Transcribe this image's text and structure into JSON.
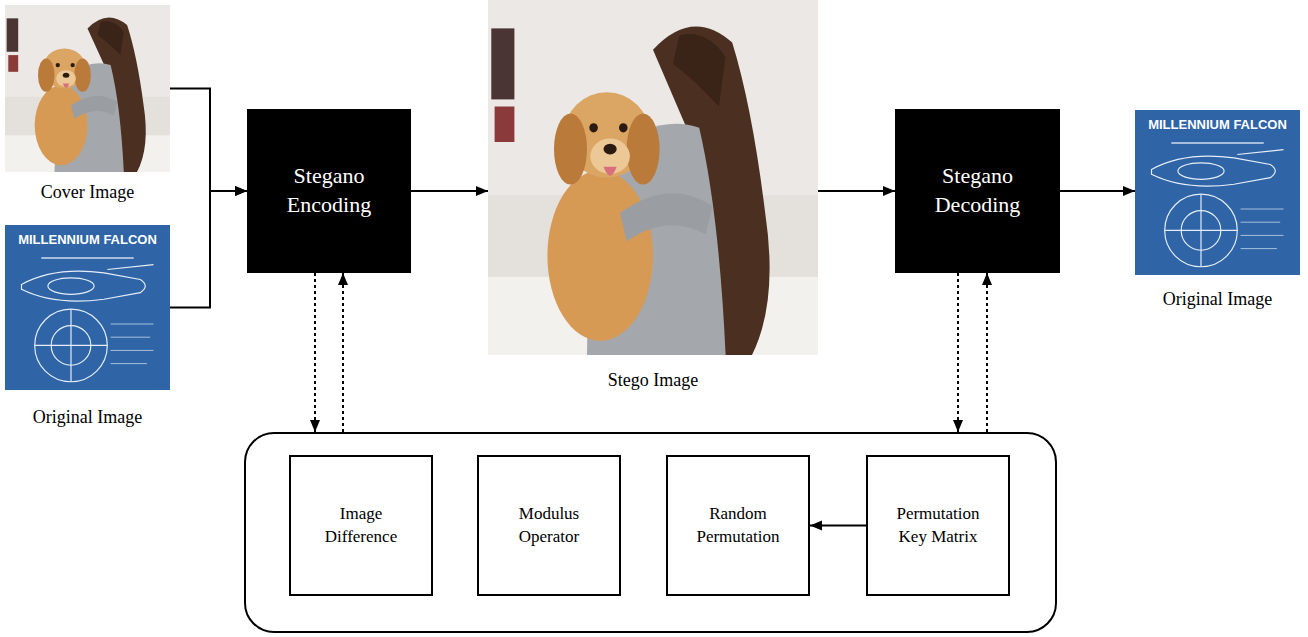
{
  "diagram": {
    "nodes": [
      {
        "text": [
          "Cover Image"
        ]
      },
      {
        "text": [
          "Original Image"
        ]
      },
      {
        "text": [
          "Stegano Encoding"
        ]
      },
      {
        "text": [
          "Stego Image"
        ]
      },
      {
        "text": [
          "Stegano Decoding"
        ]
      },
      {
        "text": [
          "Original Image"
        ]
      },
      {
        "text": []
      },
      {
        "text": [
          "Image Difference"
        ],
        "in": 6
      },
      {
        "text": [
          "Modulus Operator"
        ],
        "in": 6
      },
      {
        "text": [
          "Random Permutation"
        ],
        "in": 6
      },
      {
        "text": [
          "Permutation Key Matrix"
        ],
        "in": 6
      }
    ],
    "edges": [
      {
        "from": 0,
        "to": 2,
        "arrow": "to"
      },
      {
        "from": 1,
        "to": 2,
        "arrow": "to"
      },
      {
        "from": 2,
        "to": 3,
        "arrow": "to"
      },
      {
        "from": 3,
        "to": 4,
        "arrow": "to"
      },
      {
        "from": 4,
        "to": 5,
        "arrow": "to"
      },
      {
        "from": 2,
        "to": 6,
        "arrow": "to"
      },
      {
        "from": 6,
        "to": 2,
        "arrow": "to"
      },
      {
        "from": 4,
        "to": 6,
        "arrow": "to"
      },
      {
        "from": 6,
        "to": 4,
        "arrow": "to"
      },
      {
        "from": 10,
        "to": 9,
        "arrow": "to"
      }
    ],
    "labels": [
      "MILLENNIUM FALCON",
      "MILLENNIUM FALCON"
    ]
  }
}
